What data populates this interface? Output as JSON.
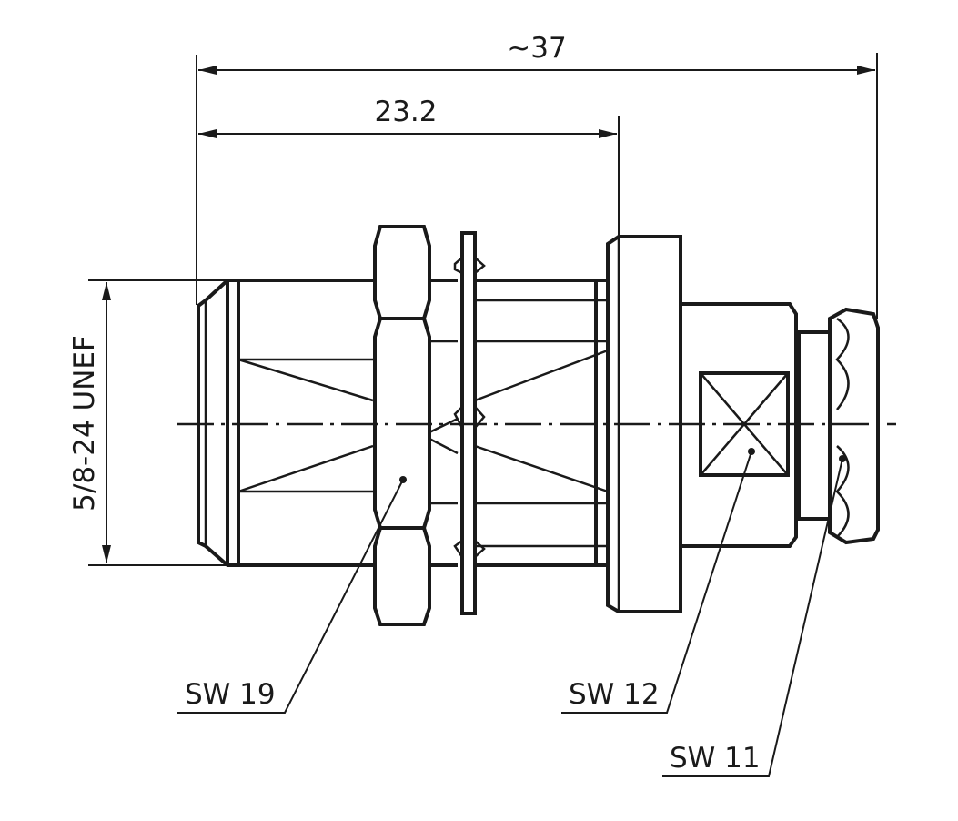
{
  "drawing": {
    "dimensions": {
      "overall_length": "~37",
      "panel_length": "23.2",
      "thread_spec": "5/8-24 UNEF"
    },
    "callouts": {
      "hex_nut": "SW 19",
      "body_flat": "SW 12",
      "rear_nut": "SW 11"
    }
  }
}
